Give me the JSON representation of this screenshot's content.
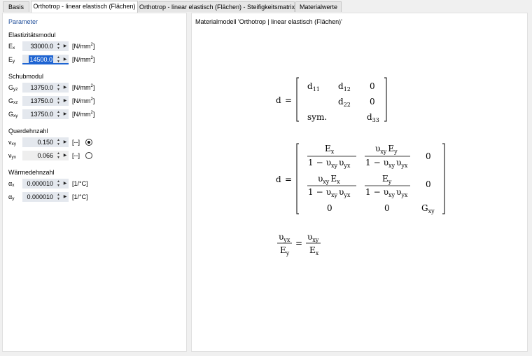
{
  "tabs": [
    {
      "label": "Basis",
      "active": false
    },
    {
      "label": "Orthotrop - linear elastisch (Flächen)",
      "active": true
    },
    {
      "label": "Orthotrop - linear elastisch (Flächen) - Steifigkeitsmatrix",
      "active": false
    },
    {
      "label": "Materialwerte",
      "active": false
    }
  ],
  "parameter": {
    "title": "Parameter",
    "elastic": {
      "title": "Elastizitätsmodul",
      "rows": [
        {
          "sym": "E",
          "sub": "x",
          "value": "33000.0",
          "unit": "[N/mm",
          "unit_sup": "2",
          "unit_end": "]"
        },
        {
          "sym": "E",
          "sub": "y",
          "value": "14500.0",
          "unit": "[N/mm",
          "unit_sup": "2",
          "unit_end": "]"
        }
      ]
    },
    "shear": {
      "title": "Schubmodul",
      "rows": [
        {
          "sym": "G",
          "sub": "yz",
          "value": "13750.0",
          "unit": "[N/mm",
          "unit_sup": "2",
          "unit_end": "]"
        },
        {
          "sym": "G",
          "sub": "xz",
          "value": "13750.0",
          "unit": "[N/mm",
          "unit_sup": "2",
          "unit_end": "]"
        },
        {
          "sym": "G",
          "sub": "xy",
          "value": "13750.0",
          "unit": "[N/mm",
          "unit_sup": "2",
          "unit_end": "]"
        }
      ]
    },
    "poisson": {
      "title": "Querdehnzahl",
      "rows": [
        {
          "sym": "ν",
          "sub": "xy",
          "value": "0.150",
          "unit": "[--]",
          "radio_selected": true
        },
        {
          "sym": "ν",
          "sub": "yx",
          "value": "0.066",
          "unit": "[--]",
          "radio_selected": false
        }
      ]
    },
    "thermal": {
      "title": "Wärmedehnzahl",
      "rows": [
        {
          "sym": "α",
          "sub": "x",
          "value": "0.000010",
          "unit": "[1/°C]"
        },
        {
          "sym": "α",
          "sub": "y",
          "value": "0.000010",
          "unit": "[1/°C]"
        }
      ]
    }
  },
  "model": {
    "title": "Materialmodell 'Orthotrop | linear elastisch (Flächen)'",
    "matrix1": {
      "lhs": "d",
      "eq": "=",
      "cells": [
        {
          "m": "d",
          "s": "11"
        },
        {
          "m": "d",
          "s": "12"
        },
        {
          "m": "0",
          "s": ""
        },
        {
          "m": "",
          "s": ""
        },
        {
          "m": "d",
          "s": "22"
        },
        {
          "m": "0",
          "s": ""
        },
        {
          "m": "sym.",
          "s": ""
        },
        {
          "m": "",
          "s": ""
        },
        {
          "m": "d",
          "s": "33"
        }
      ]
    },
    "matrix2": {
      "lhs": "d",
      "eq": "=",
      "zero": "0",
      "one": "1",
      "minus": "−",
      "E": "E",
      "G": "G",
      "nu": "υ",
      "x": "x",
      "y": "y",
      "xy": "xy",
      "yx": "yx"
    },
    "relation": {
      "nu": "υ",
      "E": "E",
      "yx": "yx",
      "xy": "xy",
      "x": "x",
      "y": "y",
      "eq": "="
    }
  }
}
